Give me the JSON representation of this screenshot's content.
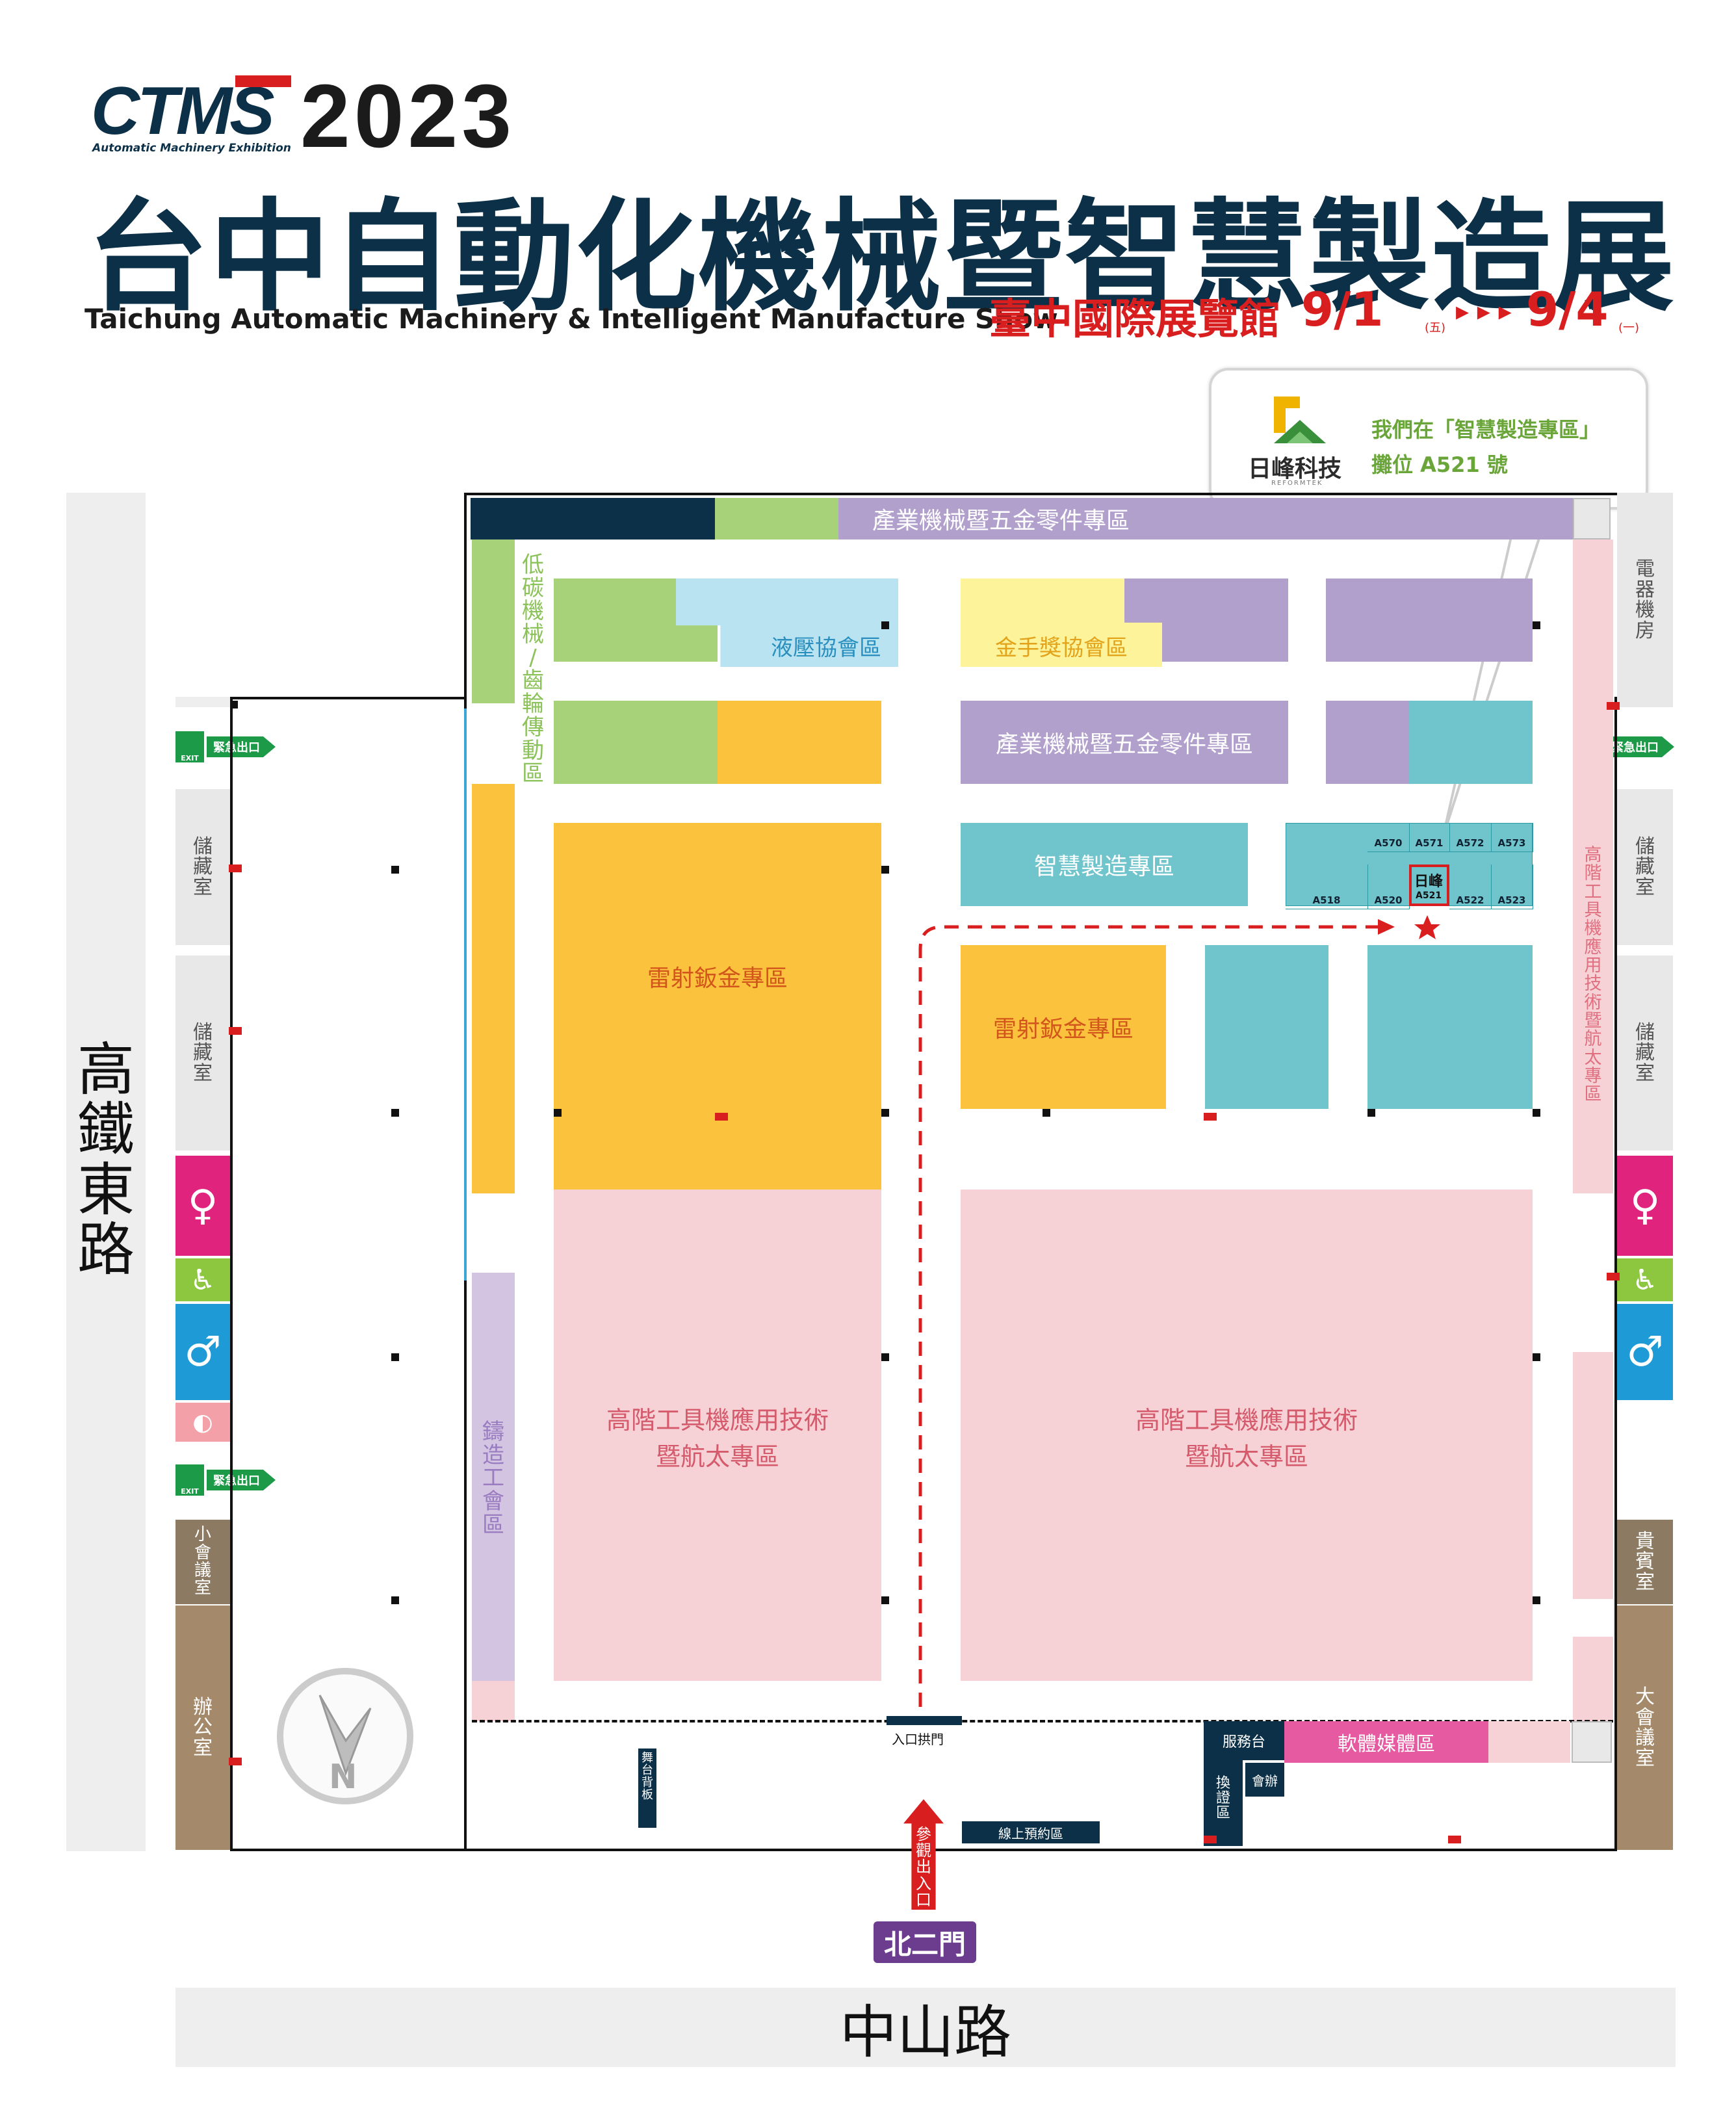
{
  "header": {
    "logo_text": "CTMS",
    "logo_subtitle": "Automatic Machinery Exhibition",
    "year": "2023",
    "title_zh": "台中自動化機械暨智慧製造展",
    "title_en": "Taichung Automatic Machinery & Intelligent Manufacture Show",
    "venue": "臺中國際展覽館",
    "date_start": "9/1",
    "date_start_day": "(五)",
    "date_end": "9/4",
    "date_end_day": "(一)"
  },
  "callout": {
    "company_zh": "日峰科技",
    "company_en": "REFORMTEK",
    "line1": "我們在「智慧製造專區」",
    "line2": "攤位 A521 號"
  },
  "roads": {
    "west": "高鐵東路",
    "south": "中山路"
  },
  "zones": {
    "hardware_top": "產業機械暨五金零件專區",
    "low_carbon": "低碳機械/齒輪傳動區",
    "hydraulic": "液壓協會區",
    "golden_hand": "金手獎協會區",
    "hardware_mid": "產業機械暨五金零件專區",
    "smart_mfg": "智慧製造專區",
    "laser_left": "雷射鈑金專區",
    "laser_right": "雷射鈑金專區",
    "advanced_left_1": "高階工具機應用技術",
    "advanced_left_2": "暨航太專區",
    "advanced_right_1": "高階工具機應用技術",
    "advanced_right_2": "暨航太專區",
    "advanced_east": "高階工具機應用技術暨航太專區",
    "casting": "鑄造工會區",
    "software_media": "軟體媒體區"
  },
  "booths": {
    "top_row": [
      "A570",
      "A571",
      "A572",
      "A573"
    ],
    "bottom_row": [
      "A518",
      "A520",
      "A521",
      "A522",
      "A523"
    ],
    "highlight_name": "日峰",
    "highlight_number": "A521"
  },
  "rooms": {
    "electrical_room": "電器機房",
    "storage": "儲藏室",
    "small_meeting": "小會議室",
    "office": "辦公室",
    "vip_room": "貴賓室",
    "large_meeting": "大會議室",
    "service_desk": "服務台",
    "badge_exchange": "換證區",
    "stage_backdrop": "舞台背板",
    "meeting": "會辦",
    "entrance_arch": "入口拱門",
    "online_reservation": "線上預約區"
  },
  "exits": {
    "label": "緊急出口",
    "exit_word": "EXIT"
  },
  "entrance": {
    "label": "參觀出入口",
    "gate": "北二門"
  },
  "compass": {
    "north": "N"
  },
  "colors": {
    "navy": "#0c3048",
    "green": "#a8d27a",
    "purple": "#b1a0cc",
    "light_purple": "#d3c4e2",
    "blue": "#b9e3f0",
    "yellow": "#fdf39a",
    "orange": "#fbc33d",
    "teal": "#70c5cd",
    "pink": "#f6d2d6",
    "magenta": "#e0237d",
    "lime": "#8dc63f",
    "azure": "#1e9ad6",
    "brown_dark": "#8c7a62",
    "brown_light": "#a48a6a",
    "gray": "#eeeeee",
    "red": "#d81e1e",
    "gate_purple": "#6c3d8f"
  }
}
